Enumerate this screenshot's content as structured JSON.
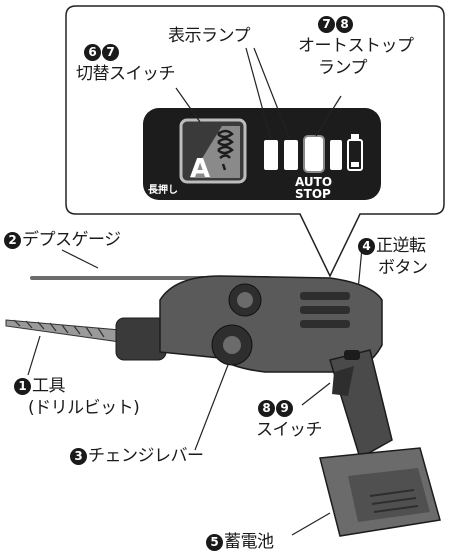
{
  "callout": {
    "mode_switch": {
      "numbers": [
        "6",
        "7"
      ],
      "label": "切替スイッチ"
    },
    "indicator_lamp": {
      "label": "表示ランプ"
    },
    "auto_stop_lamp": {
      "numbers": [
        "7",
        "8"
      ],
      "line1": "オート",
      "line2": "ストップ",
      "line3": "ランプ"
    },
    "panel": {
      "mode_letter": "A",
      "hold_text": "長押し",
      "auto_text": "AUTO",
      "stop_text": "STOP"
    }
  },
  "labels": {
    "depth_gauge": {
      "number": "2",
      "text": "デプスゲージ"
    },
    "reverse_button": {
      "number": "4",
      "line1": "正逆転",
      "line2": "ボタン"
    },
    "tool_bit": {
      "number": "1",
      "line1": "工具",
      "line2": "(ドリルビット)"
    },
    "switch": {
      "numbers": [
        "8",
        "9"
      ],
      "text": "スイッチ"
    },
    "change_lever": {
      "number": "3",
      "text": "チェンジレバー"
    },
    "battery": {
      "number": "5",
      "text": "蓄電池"
    }
  },
  "colors": {
    "ink": "#1a1a1a",
    "panel": "#1c1c1c",
    "tool_body": "#5a5a5a",
    "tool_dark": "#2e2e2e",
    "battery": "#6b6b6b"
  }
}
